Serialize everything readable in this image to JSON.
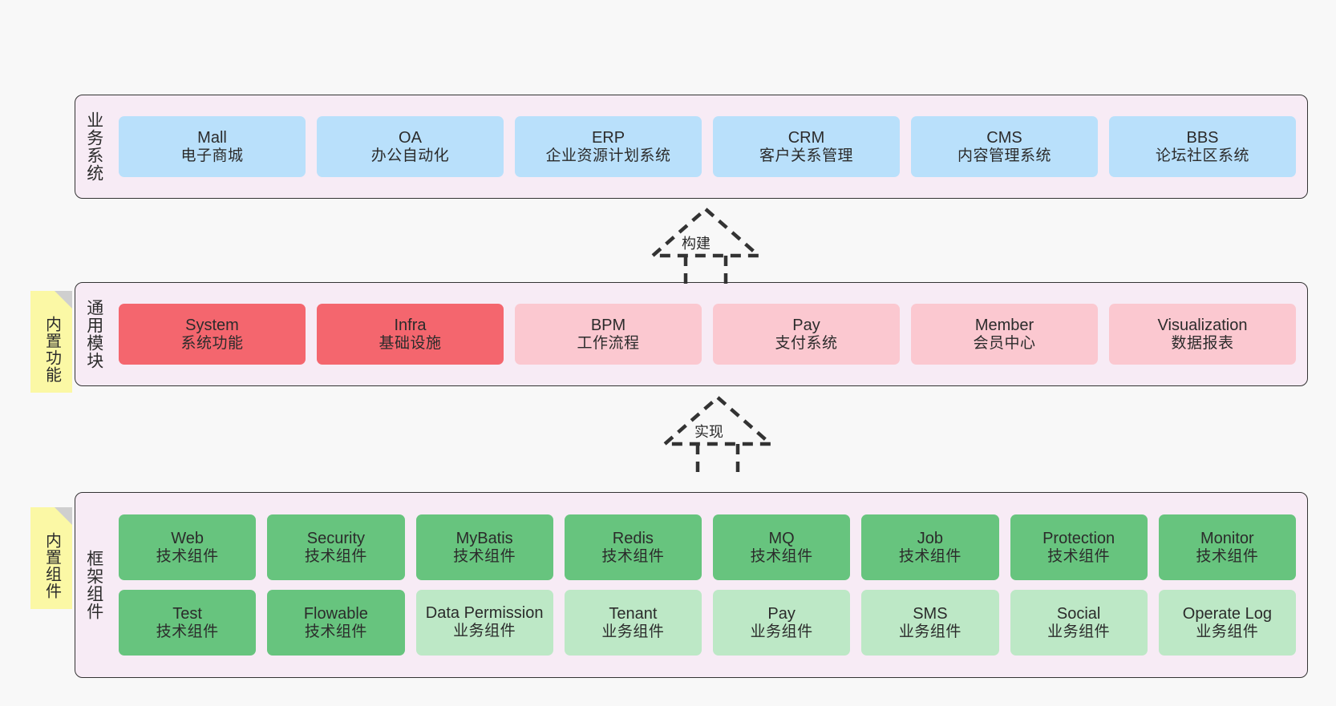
{
  "diagram": {
    "title": "",
    "background": "#f8f8f8",
    "panel_bg": "#f7ebf5",
    "panel_border": "#333333"
  },
  "layers": [
    {
      "id": "business-system",
      "title": "业务系统",
      "note": null,
      "rows": [
        {
          "cards": [
            {
              "en": "Mall",
              "cn": "电子商城",
              "color": "#b9e0fb",
              "style": "c-blue"
            },
            {
              "en": "OA",
              "cn": "办公自动化",
              "color": "#b9e0fb",
              "style": "c-blue"
            },
            {
              "en": "ERP",
              "cn": "企业资源计划系统",
              "color": "#b9e0fb",
              "style": "c-blue"
            },
            {
              "en": "CRM",
              "cn": "客户关系管理",
              "color": "#b9e0fb",
              "style": "c-blue"
            },
            {
              "en": "CMS",
              "cn": "内容管理系统",
              "color": "#b9e0fb",
              "style": "c-blue"
            },
            {
              "en": "BBS",
              "cn": "论坛社区系统",
              "color": "#b9e0fb",
              "style": "c-blue"
            }
          ]
        }
      ]
    },
    {
      "id": "common-module",
      "title": "通用模块",
      "note": "内置功能",
      "rows": [
        {
          "cards": [
            {
              "en": "System",
              "cn": "系统功能",
              "color": "#f4666e",
              "style": "c-red"
            },
            {
              "en": "Infra",
              "cn": "基础设施",
              "color": "#f4666e",
              "style": "c-red"
            },
            {
              "en": "BPM",
              "cn": "工作流程",
              "color": "#fbc8d0",
              "style": "c-pink"
            },
            {
              "en": "Pay",
              "cn": "支付系统",
              "color": "#fbc8d0",
              "style": "c-pink"
            },
            {
              "en": "Member",
              "cn": "会员中心",
              "color": "#fbc8d0",
              "style": "c-pink"
            },
            {
              "en": "Visualization",
              "cn": "数据报表",
              "color": "#fbc8d0",
              "style": "c-pink"
            }
          ]
        }
      ]
    },
    {
      "id": "framework-component",
      "title": "框架组件",
      "note": "内置组件",
      "rows": [
        {
          "cards": [
            {
              "en": "Web",
              "cn": "技术组件",
              "color": "#67c47e",
              "style": "c-green"
            },
            {
              "en": "Security",
              "cn": "技术组件",
              "color": "#67c47e",
              "style": "c-green"
            },
            {
              "en": "MyBatis",
              "cn": "技术组件",
              "color": "#67c47e",
              "style": "c-green"
            },
            {
              "en": "Redis",
              "cn": "技术组件",
              "color": "#67c47e",
              "style": "c-green"
            },
            {
              "en": "MQ",
              "cn": "技术组件",
              "color": "#67c47e",
              "style": "c-green"
            },
            {
              "en": "Job",
              "cn": "技术组件",
              "color": "#67c47e",
              "style": "c-green"
            },
            {
              "en": "Protection",
              "cn": "技术组件",
              "color": "#67c47e",
              "style": "c-green"
            },
            {
              "en": "Monitor",
              "cn": "技术组件",
              "color": "#67c47e",
              "style": "c-green"
            }
          ]
        },
        {
          "cards": [
            {
              "en": "Test",
              "cn": "技术组件",
              "color": "#67c47e",
              "style": "c-green"
            },
            {
              "en": "Flowable",
              "cn": "技术组件",
              "color": "#67c47e",
              "style": "c-green"
            },
            {
              "en": "Data Permission",
              "cn": "业务组件",
              "color": "#bde8c6",
              "style": "c-lightgreen",
              "wrap": true
            },
            {
              "en": "Tenant",
              "cn": "业务组件",
              "color": "#bde8c6",
              "style": "c-lightgreen"
            },
            {
              "en": "Pay",
              "cn": "业务组件",
              "color": "#bde8c6",
              "style": "c-lightgreen"
            },
            {
              "en": "SMS",
              "cn": "业务组件",
              "color": "#bde8c6",
              "style": "c-lightgreen"
            },
            {
              "en": "Social",
              "cn": "业务组件",
              "color": "#bde8c6",
              "style": "c-lightgreen"
            },
            {
              "en": "Operate Log",
              "cn": "业务组件",
              "color": "#bde8c6",
              "style": "c-lightgreen"
            }
          ]
        }
      ]
    }
  ],
  "connectors": [
    {
      "id": "build",
      "label": "构建",
      "from": "common-module",
      "to": "business-system"
    },
    {
      "id": "implement",
      "label": "实现",
      "from": "framework-component",
      "to": "common-module"
    }
  ]
}
